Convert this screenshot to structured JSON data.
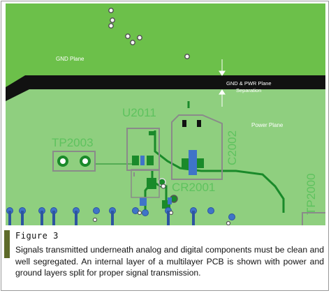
{
  "pcb": {
    "gnd_plane_label": "GND Plane",
    "separation_label_line1": "GND & PWR Plane",
    "separation_label_line2": "Separation",
    "power_plane_label": "Power Plane",
    "designators": {
      "u2011": "U2011",
      "tp2003": "TP2003",
      "c2002": "C2002",
      "cr2001": "CR2001",
      "tp2000": "TP2000"
    },
    "colors": {
      "gnd_plane": "#6cc04a",
      "separation": "#111111",
      "power_plane": "#8fcf7f",
      "trace": "#1a8a2a",
      "silkscreen": "#5ec25e",
      "pad_blue": "#3f74c8",
      "component_outline": "#8a8a8a"
    }
  },
  "caption": {
    "figure_label": "Figure 3",
    "text": "Signals transmitted underneath analog and digital components must be clean and well segregated. An internal layer of a multilayer PCB is shown with power and ground layers split for proper signal transmission."
  }
}
